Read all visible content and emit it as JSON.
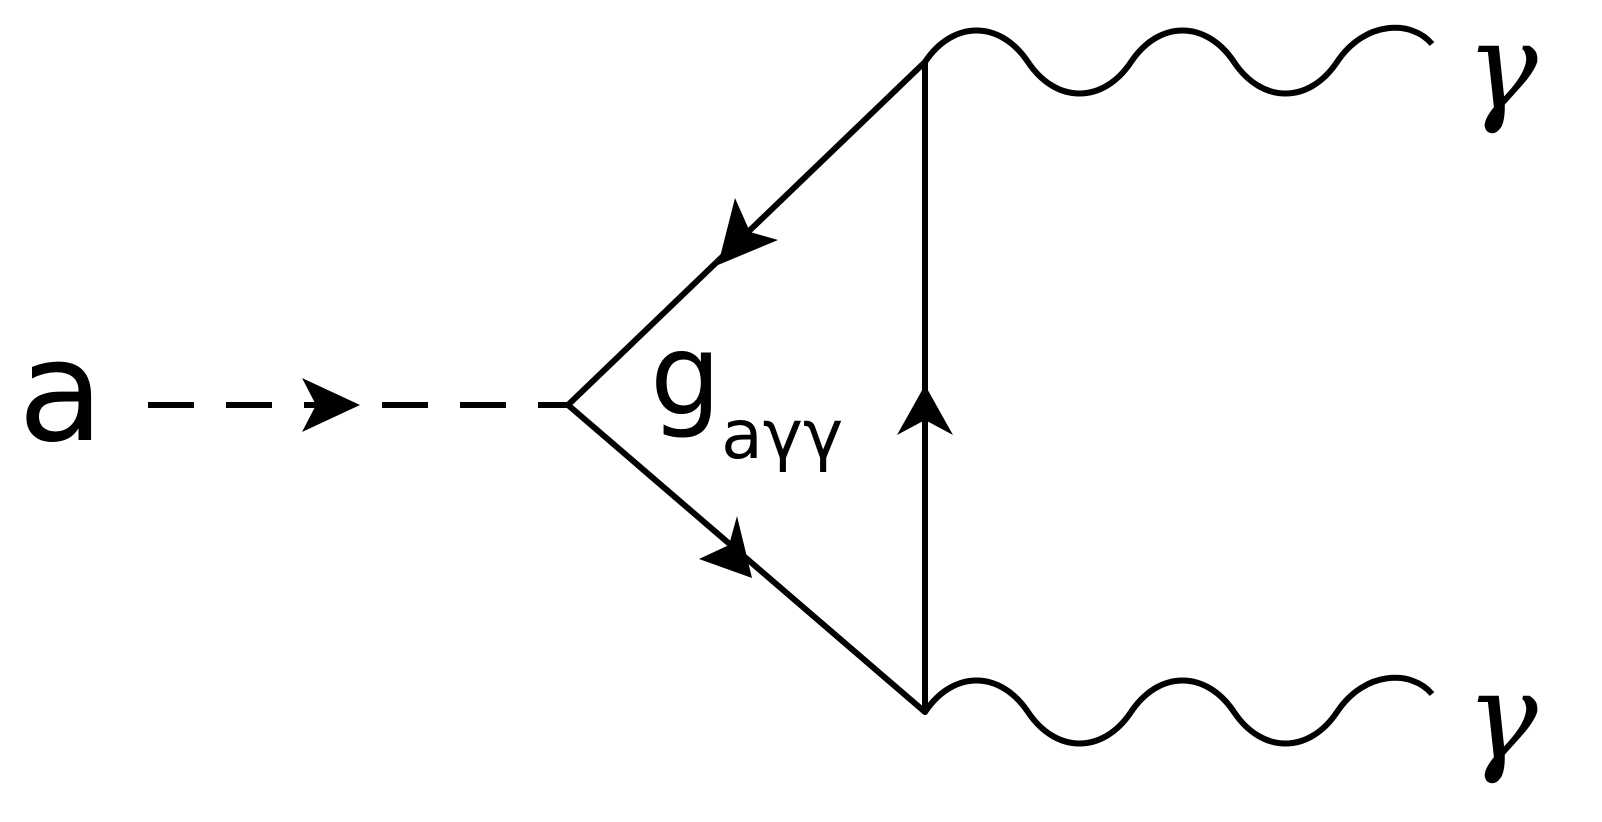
{
  "diagram": {
    "incoming_label": "a",
    "coupling_label": "g",
    "coupling_subscript": "aγγ",
    "photon_top_label": "γ",
    "photon_bottom_label": "γ"
  }
}
